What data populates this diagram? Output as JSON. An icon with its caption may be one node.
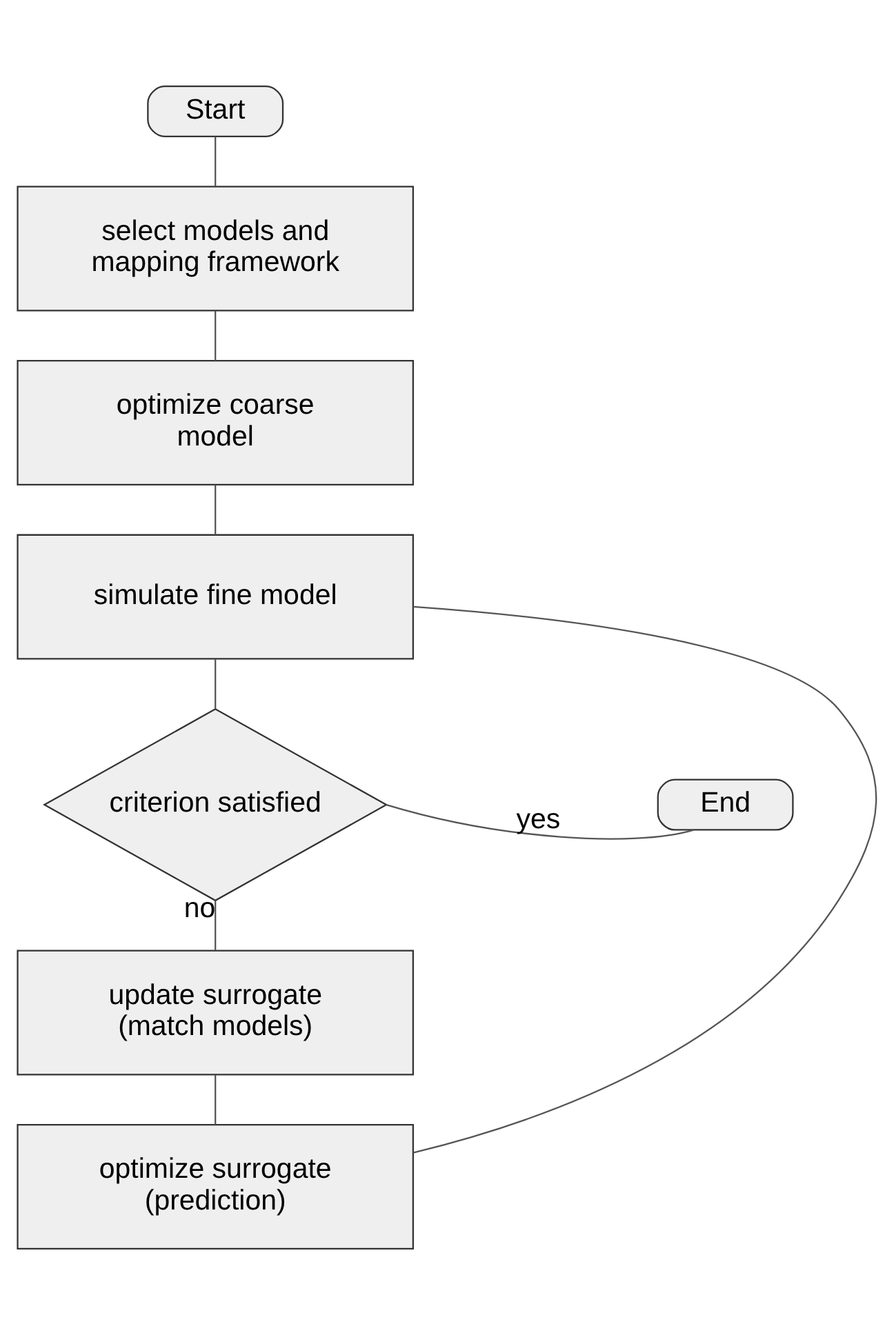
{
  "diagram": {
    "nodes": [
      {
        "text": [
          "Start"
        ]
      },
      {
        "text": [
          "select models and mapping framework"
        ]
      },
      {
        "text": [
          "optimize coarse model"
        ]
      },
      {
        "text": [
          "simulate fine model"
        ]
      },
      {
        "text": [
          "criterion satisfied"
        ]
      },
      {
        "text": [
          "End"
        ]
      },
      {
        "text": [
          "update surrogate (match models)"
        ]
      },
      {
        "text": [
          "optimize surrogate (prediction)"
        ]
      }
    ],
    "edges": [
      {
        "from": 0,
        "to": 1,
        "arrow": "none"
      },
      {
        "from": 1,
        "to": 2,
        "arrow": "none"
      },
      {
        "from": 2,
        "to": 3,
        "arrow": "none"
      },
      {
        "from": 3,
        "to": 4,
        "arrow": "none"
      },
      {
        "from": 4,
        "to": 5,
        "arrow": "none",
        "label": "yes"
      },
      {
        "from": 4,
        "to": 6,
        "arrow": "none",
        "label": "no"
      },
      {
        "from": 6,
        "to": 7,
        "arrow": "none"
      },
      {
        "from": 7,
        "to": 3,
        "arrow": "none"
      }
    ]
  }
}
